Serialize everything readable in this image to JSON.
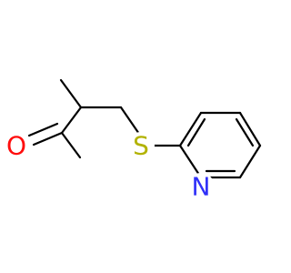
{
  "molecule": {
    "atoms": {
      "oxygen": {
        "label": "O"
      },
      "sulfur": {
        "label": "S"
      },
      "nitrogen": {
        "label": "N"
      }
    }
  },
  "colors": {
    "bond": "#000000",
    "oxygen": "#ff0d0d",
    "sulfur": "#b2b200",
    "nitrogen": "#3030f8",
    "background": "#ffffff"
  }
}
